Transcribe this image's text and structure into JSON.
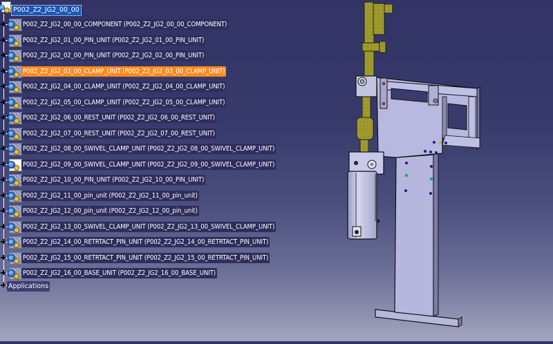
{
  "tree": {
    "root": {
      "label": "P002_Z2_JG2_00_00",
      "icon": "product-icon",
      "selected_editing": true
    },
    "items": [
      {
        "label": "P002_Z2_JG2_00_00_COMPONENT (P002_Z2_JG2_00_00_COMPONENT)",
        "icon": "component-icon"
      },
      {
        "label": "P002_Z2_JG2_01_00_PIN_UNIT (P002_Z2_JG2_01_00_PIN_UNIT)",
        "icon": "part-icon"
      },
      {
        "label": "P002_Z2_JG2_02_00_PIN_UNIT (P002_Z2_JG2_02_00_PIN_UNIT)",
        "icon": "part-icon"
      },
      {
        "label": "P002_Z2_JG2_03_00_CLAMP_UNIT (P002_Z2_JG2_03_00_CLAMP_UNIT)",
        "icon": "part-icon",
        "selected": true
      },
      {
        "label": "P002_Z2_JG2_04_00_CLAMP_UNIT (P002_Z2_JG2_04_00_CLAMP_UNIT)",
        "icon": "part-icon"
      },
      {
        "label": "P002_Z2_JG2_05_00_CLAMP_UNIT (P002_Z2_JG2_05_00_CLAMP_UNIT)",
        "icon": "part-icon"
      },
      {
        "label": "P002_Z2_JG2_06_00_REST_UNIT (P002_Z2_JG2_06_00_REST_UNIT)",
        "icon": "part-icon"
      },
      {
        "label": "P002_Z2_JG2_07_00_REST_UNIT (P002_Z2_JG2_07_00_REST_UNIT)",
        "icon": "part-icon"
      },
      {
        "label": "P002_Z2_JG2_08_00_SWIVEL_CLAMP_UNIT (P002_Z2_JG2_08_00_SWIVEL_CLAMP_UNIT)",
        "icon": "part-icon"
      },
      {
        "label": "P002_Z2_JG2_09_00_SWIVEL_CLAMP_UNIT (P002_Z2_JG2_09_00_SWIVEL_CLAMP_UNIT)",
        "icon": "product-icon"
      },
      {
        "label": "P002_Z2_JG2_10_00_PIN_UNIT (P002_Z2_JG2_10_00_PIN_UNIT)",
        "icon": "part-icon"
      },
      {
        "label": "P002_Z2_JG2_11_00_pin_unit (P002_Z2_JG2_11_00_pin_unit)",
        "icon": "part-icon"
      },
      {
        "label": "P002_Z2_JG2_12_00_pin_unit (P002_Z2_JG2_12_00_pin_unit)",
        "icon": "part-icon"
      },
      {
        "label": "P002_Z2_JG2_13_00_SWIVEL_CLAMP_UNIT (P002_Z2_JG2_13_00_SWIVEL_CLAMP_UNIT)",
        "icon": "part-icon"
      },
      {
        "label": "P002_Z2_JG2_14_00_RETRTACT_PIN_UNIT (P002_Z2_JG2_14_00_RETRTACT_PIN_UNIT)",
        "icon": "part-icon"
      },
      {
        "label": "P002_Z2_JG2_15_00_RETRTACT_PIN_UNIT (P002_Z2_JG2_15_00_RETRTACT_PIN_UNIT)",
        "icon": "part-icon"
      },
      {
        "label": "P002_Z2_JG2_16_00_BASE_UNIT (P002_Z2_JG2_16_00_BASE_UNIT)",
        "icon": "part-icon"
      }
    ],
    "applications": {
      "label": "Applications"
    }
  },
  "viewport": {
    "model": "jig-fixture-assembly-3d",
    "colors": {
      "background_top": "#333366",
      "background_bottom": "#a4a6be",
      "plate": "#b4b4dc",
      "clamp_arm": "#a8a030",
      "cylinder": "#c8c8e6",
      "selection": "#ff8a1f"
    }
  }
}
